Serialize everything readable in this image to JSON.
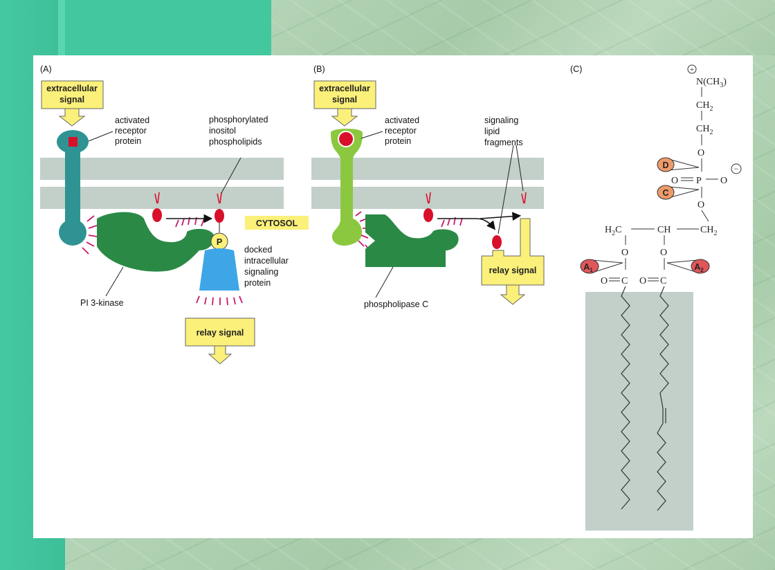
{
  "panel_a": {
    "letter": "(A)",
    "signal_box": [
      "extracellular",
      "signal"
    ],
    "receptor_label": [
      "activated",
      "receptor",
      "protein"
    ],
    "phospho_label": [
      "phosphorylated",
      "inositol",
      "phospholipids"
    ],
    "cytosol": "CYTOSOL",
    "p_marker": "P",
    "docked_label": [
      "docked",
      "intracellular",
      "signaling",
      "protein"
    ],
    "enzyme_label": "PI 3-kinase",
    "relay_box": "relay signal"
  },
  "panel_b": {
    "letter": "(B)",
    "signal_box": [
      "extracellular",
      "signal"
    ],
    "receptor_label": [
      "activated",
      "receptor",
      "protein"
    ],
    "fragments_label": [
      "signaling",
      "lipid",
      "fragments"
    ],
    "enzyme_label": "phospholipase C",
    "relay_box": "relay signal"
  },
  "panel_c": {
    "letter": "(C)",
    "plus": "+",
    "minus": "−",
    "n_group": "N(CH",
    "n_sub": "3",
    "n_close": ")",
    "ch2": "CH",
    "sub2": "2",
    "o": "O",
    "p": "P",
    "h2c": "H",
    "c": "C",
    "ch": "CH",
    "oc": "O",
    "site_d": "D",
    "site_c": "C",
    "site_a1": "A",
    "site_a2": "A",
    "sub1": "1"
  },
  "colors": {
    "membrane": "#c3cfc9",
    "receptor_a": "#2f9393",
    "receptor_b": "#8cc83f",
    "enzyme": "#2a8a45",
    "signal_box": "#fbf07a",
    "docked": "#3ea6e6",
    "lipid_head": "#d8102a",
    "cleavage": "#ef9a6a",
    "cleavage_a": "#e0575a"
  }
}
